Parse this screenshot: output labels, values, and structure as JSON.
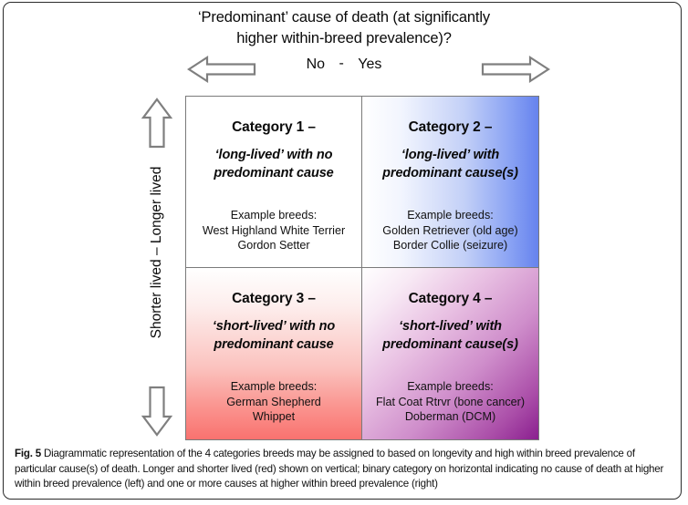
{
  "figure": {
    "header": {
      "title_line1": "‘Predominant’ cause of death (at significantly",
      "title_line2": "higher within-breed prevalence)?",
      "axis_no": "No",
      "axis_separator": "-",
      "axis_yes": "Yes",
      "left_arrow_icon": "arrow-left-icon",
      "right_arrow_icon": "arrow-right-icon"
    },
    "vertical_axis": {
      "label": "Shorter lived – Longer lived",
      "up_arrow_icon": "arrow-up-icon",
      "down_arrow_icon": "arrow-down-icon"
    },
    "quadrants": [
      {
        "id": "category-1",
        "title": "Category 1 –",
        "subtitle_line1": "‘long-lived’ with no",
        "subtitle_line2": "predominant cause",
        "examples_heading": "Example breeds:",
        "example_1": "West Highland White Terrier",
        "example_2": "Gordon Setter",
        "fill_start": "#ffffff",
        "fill_end": "#ffffff"
      },
      {
        "id": "category-2",
        "title": "Category 2 –",
        "subtitle_line1": "‘long-lived’ with",
        "subtitle_line2": "predominant cause(s)",
        "examples_heading": "Example breeds:",
        "example_1": "Golden Retriever (old age)",
        "example_2": "Border Collie (seizure)",
        "fill_start": "#ffffff",
        "fill_end": "#6683ee"
      },
      {
        "id": "category-3",
        "title": "Category 3 –",
        "subtitle_line1": "‘short-lived’ with no",
        "subtitle_line2": "predominant cause",
        "examples_heading": "Example breeds:",
        "example_1": "German Shepherd",
        "example_2": "Whippet",
        "fill_start": "#ffffff",
        "fill_end": "#f9726f"
      },
      {
        "id": "category-4",
        "title": "Category 4 –",
        "subtitle_line1": "‘short-lived’ with",
        "subtitle_line2": "predominant cause(s)",
        "examples_heading": "Example breeds:",
        "example_1": "Flat Coat Rtrvr (bone cancer)",
        "example_2": "Doberman (DCM)",
        "fill_start": "#ffffff",
        "fill_end": "#8a1f8f"
      }
    ],
    "caption": {
      "label": "Fig. 5",
      "text": " Diagrammatic representation of the 4 categories breeds may be assigned to based on longevity and high within breed prevalence of particular cause(s) of death. Longer and shorter lived (red) shown on vertical; binary category on horizontal indicating no cause of death at higher within breed prevalence (left) and one or more causes at higher within breed prevalence (right)"
    },
    "colors": {
      "border": "#7a7a7a",
      "frame": "#2b2b2b",
      "arrow_stroke": "#7f7f7f",
      "text": "#0a0a0a"
    }
  }
}
